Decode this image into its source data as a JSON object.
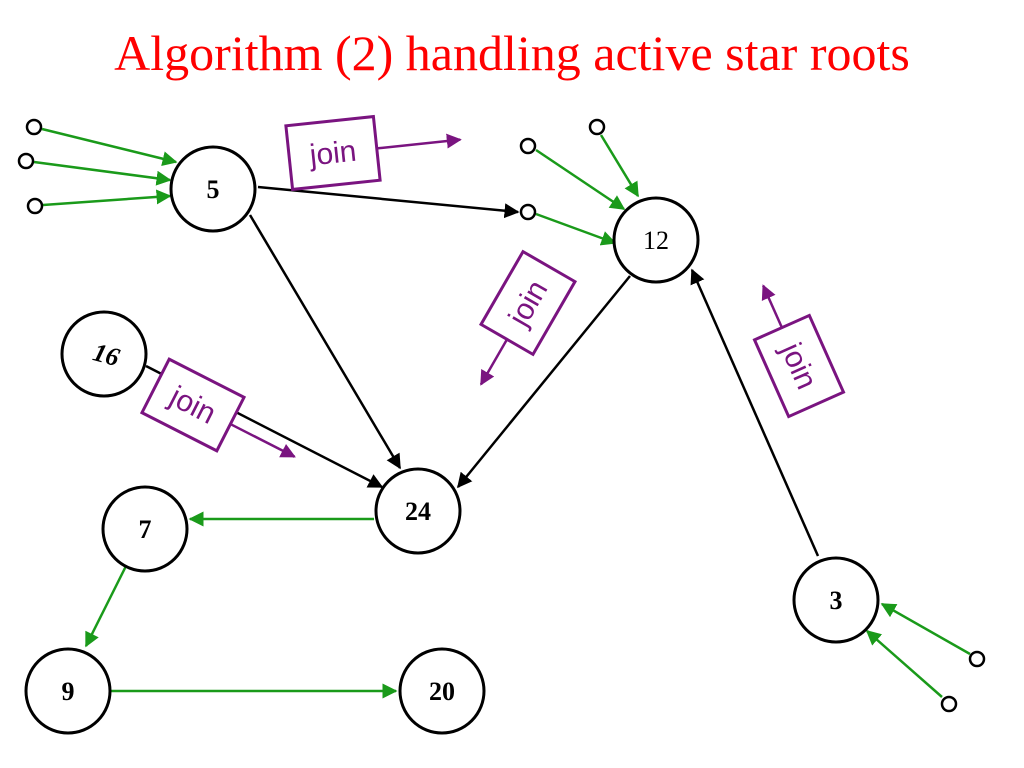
{
  "title": "Algorithm (2) handling active star roots",
  "colors": {
    "title": "#ff0000",
    "edge_black": "#000000",
    "edge_green": "#1a9a1a",
    "join": "#7a1480"
  },
  "nodes": {
    "n5": "5",
    "n12": "12",
    "n16": "16",
    "n24": "24",
    "n7": "7",
    "n9": "9",
    "n20": "20",
    "n3": "3"
  },
  "join_labels": {
    "top": "join",
    "middle": "join",
    "right": "join",
    "left": "join"
  }
}
